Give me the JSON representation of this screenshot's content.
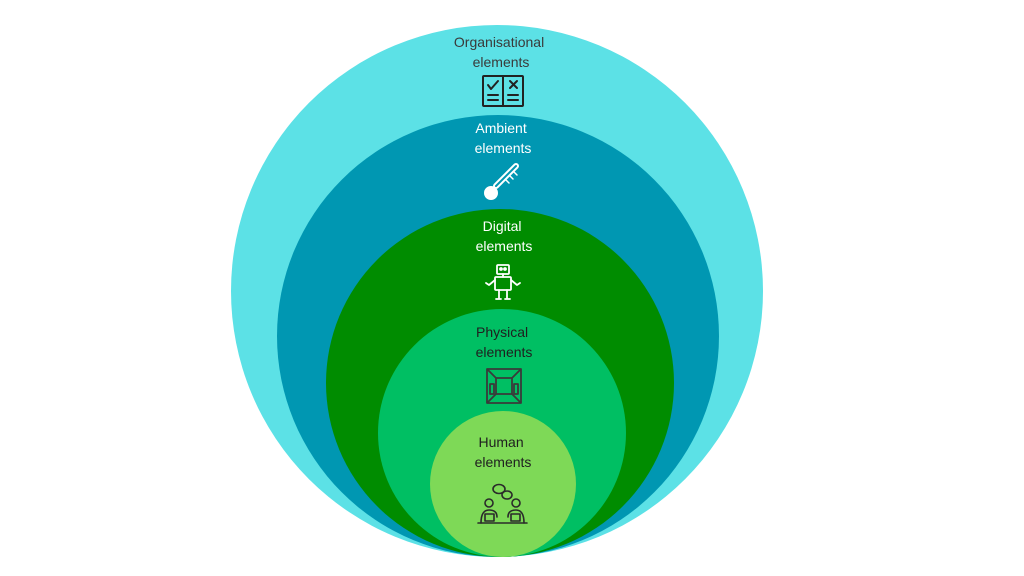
{
  "diagram": {
    "layers": [
      {
        "id": "organisational",
        "label_line1": "Organisational",
        "label_line2": "elements",
        "fill": "#5ce1e6",
        "text_color": "#3a3a3a",
        "icon": "checklist-board-icon"
      },
      {
        "id": "ambient",
        "label_line1": "Ambient",
        "label_line2": "elements",
        "fill": "#0097b2",
        "text_color": "#ffffff",
        "icon": "thermometer-icon"
      },
      {
        "id": "digital",
        "label_line1": "Digital",
        "label_line2": "elements",
        "fill": "#008c00",
        "text_color": "#ffffff",
        "icon": "robot-icon"
      },
      {
        "id": "physical",
        "label_line1": "Physical",
        "label_line2": "elements",
        "fill": "#00bf63",
        "text_color": "#1f1f1f",
        "icon": "room-perspective-icon"
      },
      {
        "id": "human",
        "label_line1": "Human",
        "label_line2": "elements",
        "fill": "#7ed957",
        "text_color": "#1f1f1f",
        "icon": "people-conversation-icon"
      }
    ]
  }
}
